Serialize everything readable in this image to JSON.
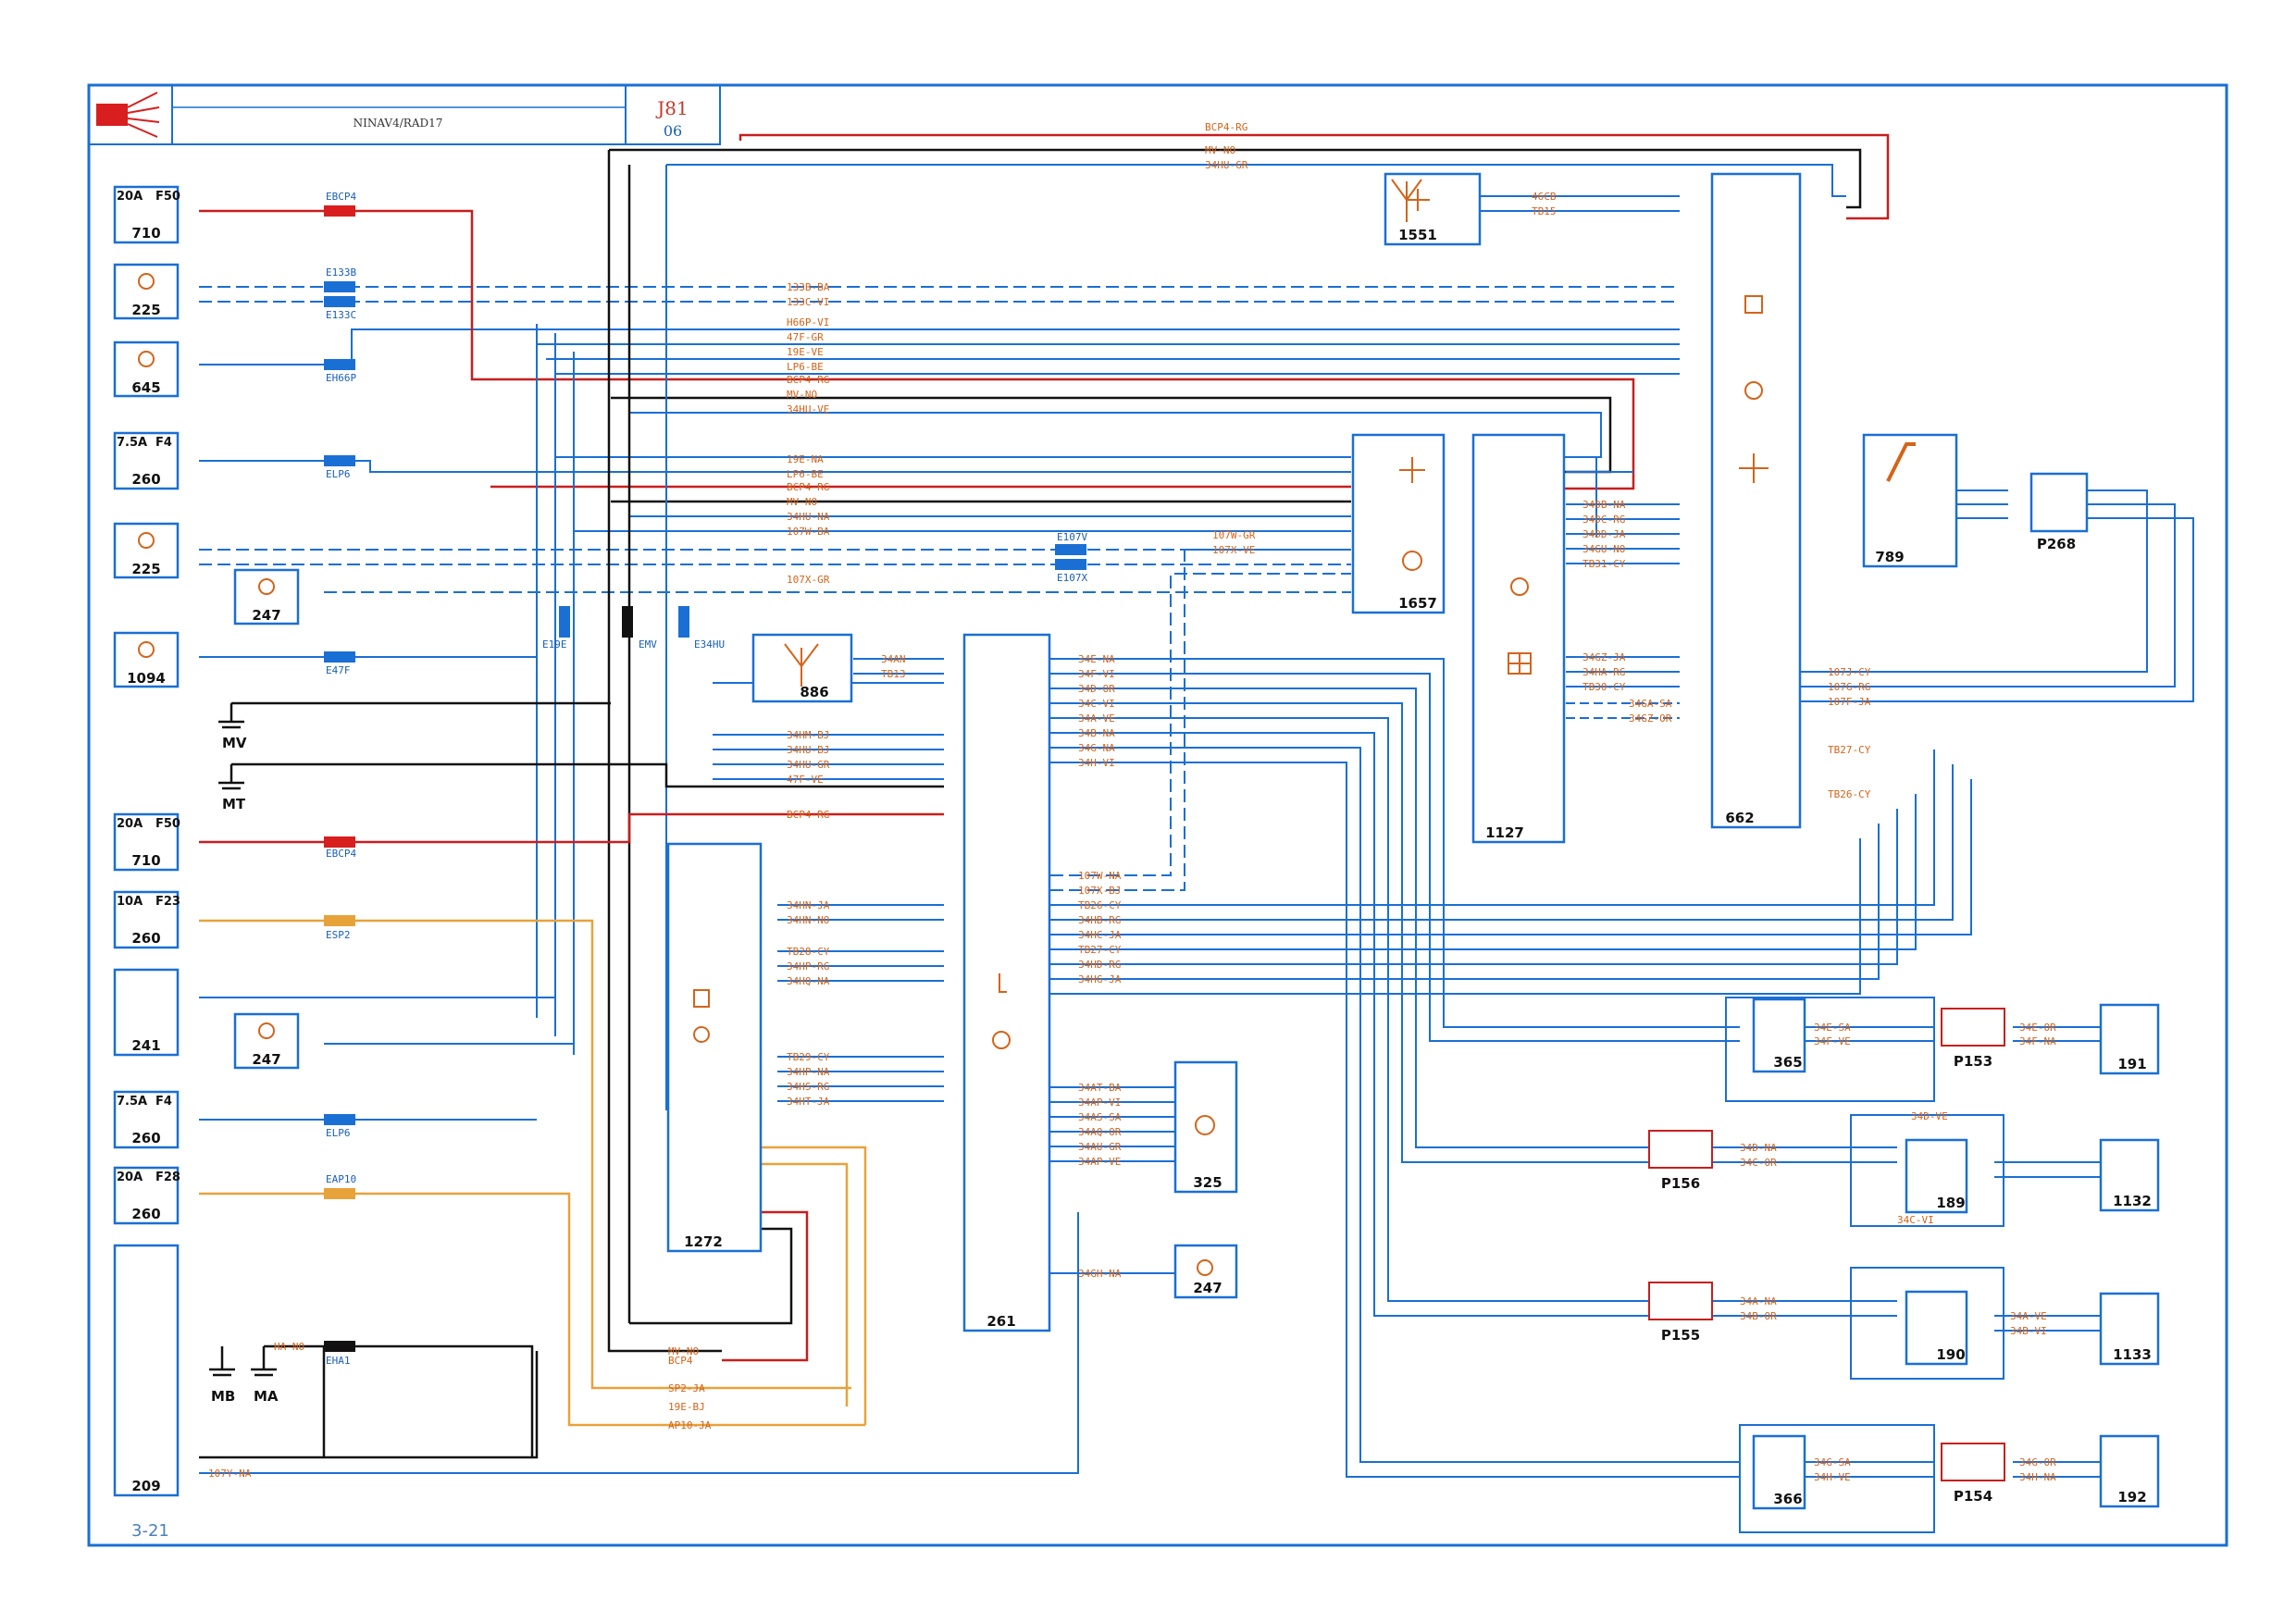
{
  "header": {
    "title": "NINAV4/RAD17",
    "ref": "J81",
    "sub": "06"
  },
  "page_ref": "3-21",
  "colors": {
    "frame": "#1a6fd4",
    "wire_blue": "#1a6fd4",
    "wire_red": "#c81e1e",
    "wire_black": "#111111",
    "wire_orange": "#e8a23a",
    "label": "#d4641a"
  },
  "components": [
    {
      "id": "710",
      "type": "fuse",
      "rating": "20A",
      "fuse": "F50"
    },
    {
      "id": "225",
      "type": "module"
    },
    {
      "id": "645",
      "type": "module"
    },
    {
      "id": "260",
      "type": "fuse",
      "rating": "7.5A",
      "fuse": "F4"
    },
    {
      "id": "225b",
      "label": "225",
      "type": "module"
    },
    {
      "id": "247",
      "type": "module"
    },
    {
      "id": "1094",
      "type": "module"
    },
    {
      "id": "710b",
      "label": "710",
      "type": "fuse",
      "rating": "20A",
      "fuse": "F50"
    },
    {
      "id": "260b",
      "label": "260",
      "type": "fuse",
      "rating": "10A",
      "fuse": "F23"
    },
    {
      "id": "241",
      "type": "module"
    },
    {
      "id": "247b",
      "label": "247",
      "type": "module"
    },
    {
      "id": "260c",
      "label": "260",
      "type": "fuse",
      "rating": "7.5A",
      "fuse": "F4"
    },
    {
      "id": "260d",
      "label": "260",
      "type": "fuse",
      "rating": "20A",
      "fuse": "F28"
    },
    {
      "id": "209",
      "type": "module"
    },
    {
      "id": "886",
      "type": "antenna"
    },
    {
      "id": "1272",
      "type": "module"
    },
    {
      "id": "261",
      "type": "module"
    },
    {
      "id": "325",
      "type": "module"
    },
    {
      "id": "247c",
      "label": "247",
      "type": "module"
    },
    {
      "id": "1551",
      "type": "antenna"
    },
    {
      "id": "1657",
      "type": "module"
    },
    {
      "id": "1127",
      "type": "module"
    },
    {
      "id": "662",
      "type": "module"
    },
    {
      "id": "789",
      "type": "module"
    },
    {
      "id": "P268",
      "type": "connector"
    },
    {
      "id": "365",
      "type": "speaker"
    },
    {
      "id": "P153",
      "type": "connector"
    },
    {
      "id": "191",
      "type": "speaker"
    },
    {
      "id": "P156",
      "type": "connector"
    },
    {
      "id": "189",
      "type": "speaker"
    },
    {
      "id": "1132",
      "type": "speaker"
    },
    {
      "id": "P155",
      "type": "connector"
    },
    {
      "id": "190",
      "type": "speaker"
    },
    {
      "id": "1133",
      "type": "speaker"
    },
    {
      "id": "366",
      "type": "speaker"
    },
    {
      "id": "P154",
      "type": "connector"
    },
    {
      "id": "192",
      "type": "speaker"
    }
  ],
  "grounds": [
    "MV",
    "MT",
    "MB",
    "MA"
  ],
  "splices": [
    "EBCP4",
    "E133B",
    "E133C",
    "EH66P",
    "ELP6",
    "E47F",
    "EBCP4",
    "ESP2",
    "ELP6",
    "EAP10",
    "EHA1",
    "E107V",
    "E107X",
    "E19E",
    "EMV",
    "E34HU"
  ],
  "wire_labels": [
    "BCP4-RG",
    "MV-NO",
    "34HU-GR",
    "133B-BA",
    "133C-VI",
    "H66P-VI",
    "47F-GR",
    "19E-VE",
    "LP6-BE",
    "BCP4-RG",
    "MV-NO",
    "34HU-VE",
    "19E-NA",
    "LP6-BE",
    "BCP4-RG",
    "MV-NO",
    "34HU-NA",
    "107W-BA",
    "107W-GR",
    "107X-VE",
    "107X-GR",
    "46CB",
    "TB15",
    "34DB-NA",
    "34DC-RG",
    "34DD-JA",
    "34GU-NO",
    "TB31-CY",
    "34GZ-JA",
    "34HA-RG",
    "TB30-CY",
    "34GA-SA",
    "34GZ-OR",
    "107J-CY",
    "107G-RG",
    "107F-JA",
    "TB27-CY",
    "TB26-CY",
    "34AN",
    "TB13",
    "34E-NA",
    "34F-VI",
    "34D-OR",
    "34C-VI",
    "34A-VE",
    "34B-NA",
    "34G-NA",
    "34H-VI",
    "34HM-BJ",
    "34HU-BJ",
    "34HU-GR",
    "47F-VE",
    "BCP4-RG",
    "34HN-JA",
    "34HN-NO",
    "TB28-CY",
    "34HP-RG",
    "34HQ-NA",
    "TB29-CY",
    "34HP-NA",
    "34HS-RG",
    "34HT-JA",
    "107W-NA",
    "107X-BJ",
    "TB26-CY",
    "34HB-RG",
    "34HC-JA",
    "TB27-CY",
    "34HD-RG",
    "34HG-JA",
    "34AT-BA",
    "34AP-VI",
    "34AS-SA",
    "34AQ-OR",
    "34AU-GR",
    "34AP-VE",
    "34GH-NA",
    "MV-NO",
    "BCP4",
    "SP2-JA",
    "19E-BJ",
    "AP10-JA",
    "HA-NO",
    "107Y-NA",
    "34E-SA",
    "34F-VE",
    "34E-OR",
    "34F-NA",
    "34D-VE",
    "34D-NA",
    "34C-OR",
    "34C-VI",
    "34A-NA",
    "34B-OR",
    "34A-VE",
    "34B-VI",
    "34G-SA",
    "34H-VE",
    "34G-OR",
    "34H-NA"
  ]
}
